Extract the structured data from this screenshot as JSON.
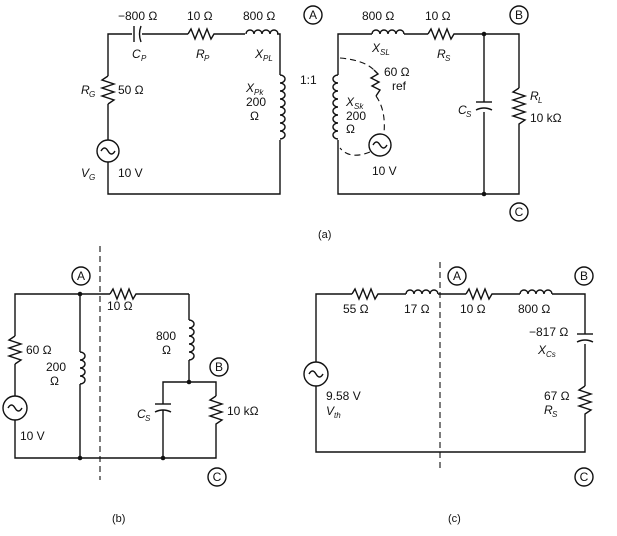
{
  "figure_a": {
    "caption": "(a)",
    "cp_value": "−800 Ω",
    "cp_sym": "C",
    "cp_sub": "P",
    "rp_value": "10 Ω",
    "rp_sym": "R",
    "rp_sub": "P",
    "xpl_value": "800 Ω",
    "xpl_sym": "X",
    "xpl_sub": "PL",
    "rg_sym": "R",
    "rg_sub": "G",
    "rg_value": "50 Ω",
    "vg_sym": "V",
    "vg_sub": "G",
    "vg_value": "10 V",
    "xpk_sym": "X",
    "xpk_sub": "Pk",
    "xpk_value": "200",
    "xpk_unit": "Ω",
    "ratio": "1:1",
    "xsk_sym": "X",
    "xsk_sub": "Sk",
    "xsk_value": "200",
    "xsk_unit": "Ω",
    "ref_value": "60 Ω",
    "ref_label": "ref",
    "src_value": "10 V",
    "xsl_value": "800 Ω",
    "xsl_sym": "X",
    "xsl_sub": "SL",
    "rs_value": "10 Ω",
    "rs_sym": "R",
    "rs_sub": "S",
    "cs_sym": "C",
    "cs_sub": "S",
    "rl_sym": "R",
    "rl_sub": "L",
    "rl_value": "10 kΩ",
    "node_a": "A",
    "node_b": "B",
    "node_c": "C"
  },
  "figure_b": {
    "caption": "(b)",
    "r60": "60 Ω",
    "l200_value": "200",
    "l200_unit": "Ω",
    "src": "10 V",
    "r10": "10 Ω",
    "l800_value": "800",
    "l800_unit": "Ω",
    "cs_sym": "C",
    "cs_sub": "S",
    "r10k": "10 kΩ",
    "node_a": "A",
    "node_b": "B",
    "node_c": "C"
  },
  "figure_c": {
    "caption": "(c)",
    "r55": "55 Ω",
    "l17": "17 Ω",
    "r10": "10 Ω",
    "l800": "800 Ω",
    "xcs_value": "−817 Ω",
    "xcs_sym": "X",
    "xcs_sub": "Cs",
    "rs_value": "67 Ω",
    "rs_sym": "R",
    "rs_sub": "S",
    "vth_value": "9.58 V",
    "vth_sym": "V",
    "vth_sub": "th",
    "node_a": "A",
    "node_b": "B",
    "node_c": "C"
  }
}
